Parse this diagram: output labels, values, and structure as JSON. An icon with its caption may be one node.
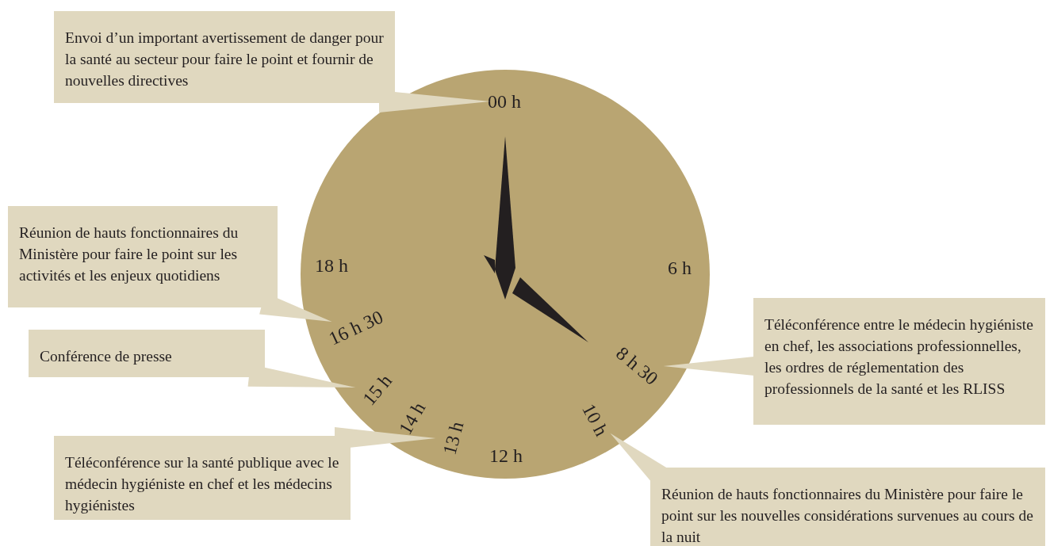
{
  "diagram": {
    "nodes": [
      {
        "text": [
          "Envoi d’un important avertissement de danger pour la santé au secteur pour faire le point et fournir de nouvelles directives"
        ]
      },
      {
        "text": [],
        "shape": "circle"
      },
      {
        "text": [
          "00 h"
        ],
        "in": 1
      },
      {
        "text": [
          "Réunion de hauts fonctionnaires du Ministère pour faire le point sur les activités et les enjeux quotidiens"
        ]
      },
      {
        "text": [
          "16 h 30"
        ],
        "in": 1
      },
      {
        "text": [
          "Conférence de presse"
        ]
      },
      {
        "text": [
          "15 h"
        ],
        "in": 1
      },
      {
        "text": [
          "Téléconférence entre le médecin hygiéniste en chef, les associations professionnelles, les ordres de réglementation des professionnels de la santé et les RLISS"
        ]
      },
      {
        "text": [
          "8 h 30"
        ],
        "in": 1
      },
      {
        "text": [
          "10 h"
        ],
        "in": 1
      },
      {
        "text": [
          "Téléconférence sur la santé publique avec le médecin hygiéniste en chef et les médecins hygiénistes"
        ]
      },
      {
        "text": [
          "13 h"
        ],
        "in": 1
      },
      {
        "text": [
          "Réunion de hauts fonctionnaires du Ministère pour faire le point sur les nouvelles considérations survenues au cours de la nuit"
        ]
      }
    ],
    "edges": [
      {
        "from": 0,
        "to": 2,
        "arrow": "none"
      },
      {
        "from": 3,
        "to": 4,
        "arrow": "none"
      },
      {
        "from": 5,
        "to": 6,
        "arrow": "none"
      },
      {
        "from": 7,
        "to": 8,
        "arrow": "none"
      },
      {
        "from": 10,
        "to": 11,
        "arrow": "none"
      },
      {
        "from": 12,
        "to": 9,
        "arrow": "none"
      }
    ],
    "labels": [
      "18 h",
      "6 h",
      "14 h",
      "12 h"
    ]
  }
}
